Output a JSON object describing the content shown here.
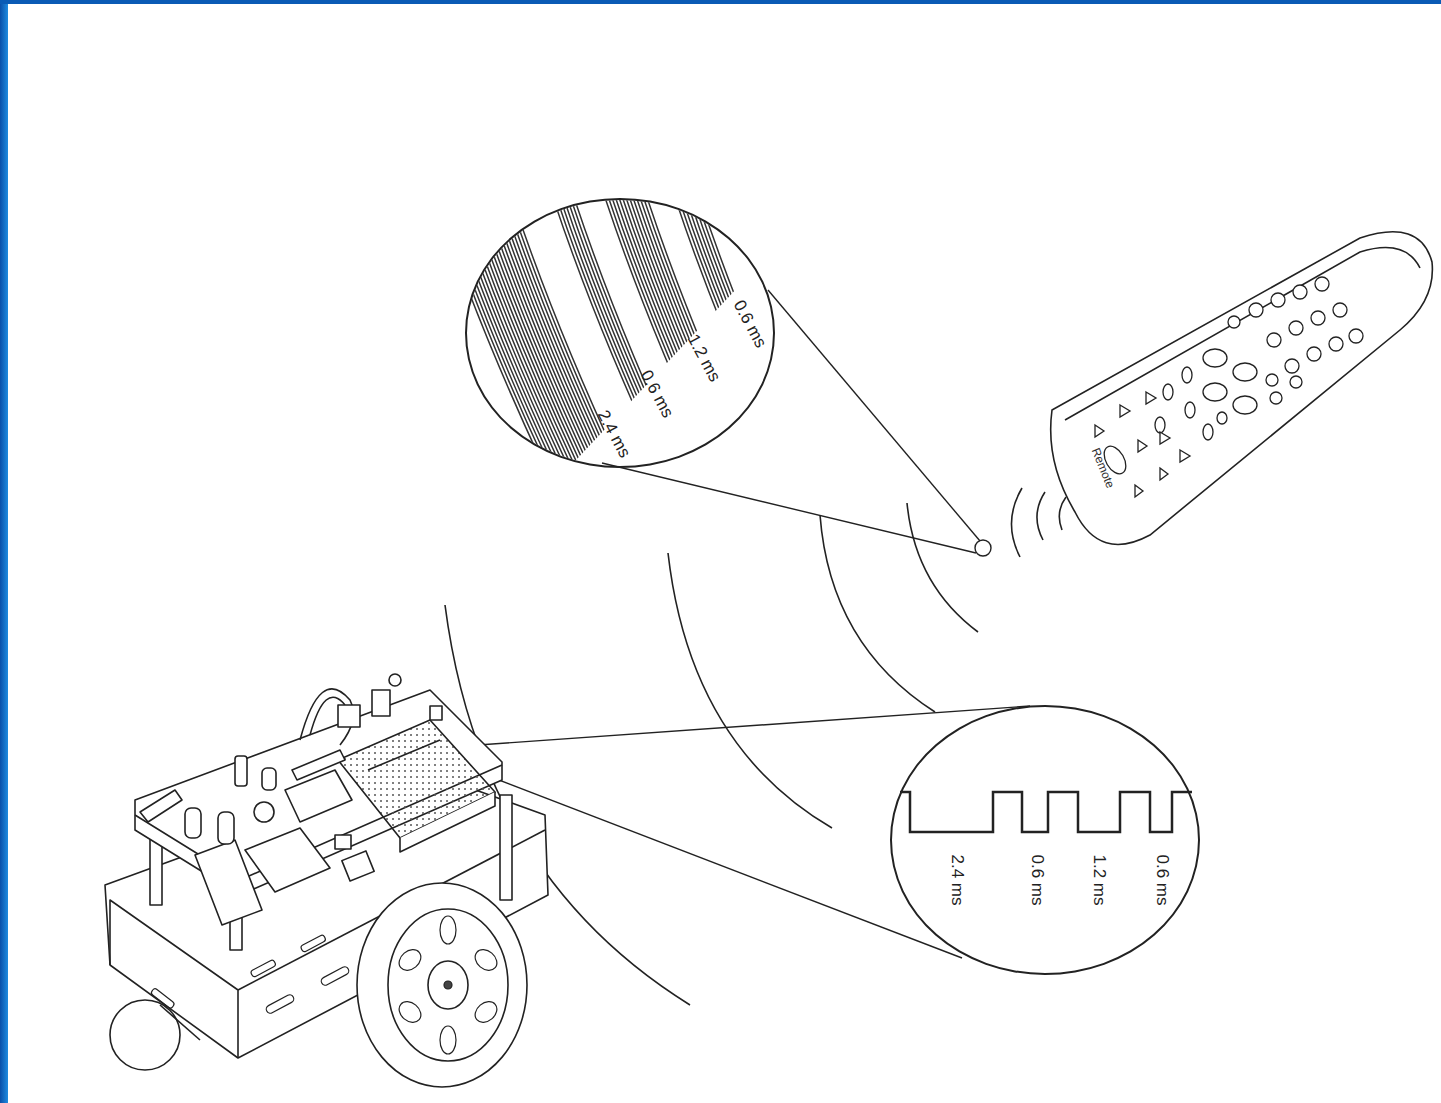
{
  "diagram": {
    "nodes": [
      {
        "text": [
          "2.4 ms",
          "0.6 ms",
          "1.2 ms",
          "0.6 ms"
        ]
      },
      {
        "text": [
          "2.4 ms",
          "0.6 ms",
          "1.2 ms",
          "0.6 ms"
        ]
      }
    ],
    "labels": [
      "Remote"
    ]
  }
}
